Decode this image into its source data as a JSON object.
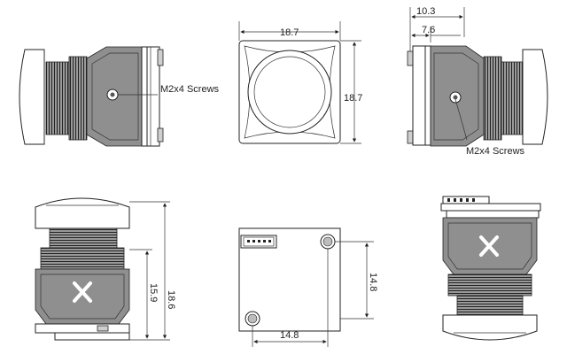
{
  "views": {
    "side_left": {
      "callout": "M2x4 Screws"
    },
    "front": {
      "width": "18.7",
      "height": "18.7"
    },
    "side_right": {
      "overall": "10.3",
      "depth": "7.6",
      "callout": "M2x4 Screws"
    },
    "bottom": {
      "body_height": "15.9",
      "total_height": "18.6"
    },
    "back": {
      "hole_v": "14.8",
      "hole_h": "14.8"
    }
  },
  "colors": {
    "line": "#222222",
    "fill_gray": "#8f8f8f",
    "fill_dark": "#4a4a4a",
    "fill_light": "#cfcfcf"
  }
}
